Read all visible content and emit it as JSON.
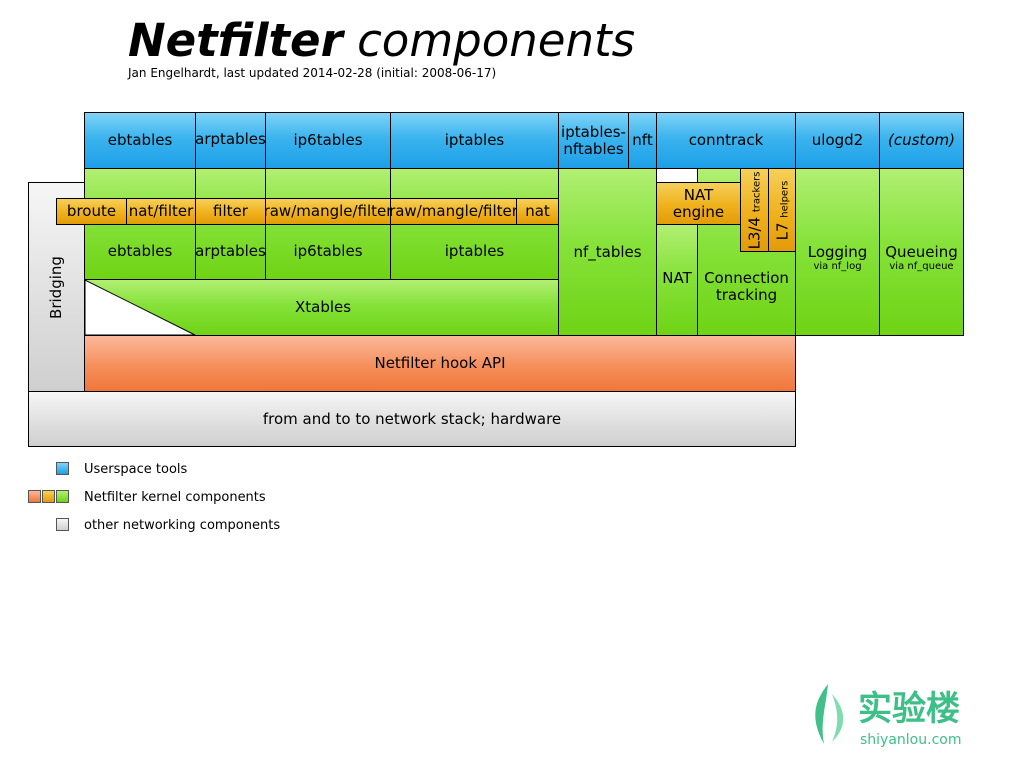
{
  "title": {
    "bold": "Netfilter",
    "rest": " components"
  },
  "subtitle": "Jan Engelhardt, last updated 2014-02-28 (initial: 2008-06-17)",
  "userspace": [
    "ebtables",
    "arptables",
    "ip6tables",
    "iptables",
    "iptables-",
    "nftables",
    "nft",
    "conntrack",
    "ulogd2",
    "(custom)"
  ],
  "tables": [
    "broute",
    "nat/filter",
    "filter",
    "raw/mangle/filter",
    "raw/mangle/filter",
    "nat"
  ],
  "kernel": {
    "ebtables": "ebtables",
    "arptables": "arptables",
    "ip6tables": "ip6tables",
    "iptables": "iptables",
    "xtables": "Xtables",
    "nf_tables": "nf_tables",
    "nat_engine_1": "NAT",
    "nat_engine_2": "engine",
    "nat": "NAT",
    "conn_1": "Connection",
    "conn_2": "tracking",
    "l34_main": "L3/4",
    "l34_sub": "trackers",
    "l7_main": "L7",
    "l7_sub": "helpers",
    "logging": "Logging",
    "logging_sub": "via nf_log",
    "queueing": "Queueing",
    "queueing_sub": "via nf_queue"
  },
  "bridging": "Bridging",
  "hook_api": "Netfilter hook API",
  "stack": "from and to to network stack; hardware",
  "legend": [
    {
      "label": "Userspace tools"
    },
    {
      "label": "Netfilter kernel components"
    },
    {
      "label": "other networking components"
    }
  ],
  "watermark": {
    "brand": "实验楼",
    "url": "shiyanlou.com"
  },
  "colors": {
    "userspace": "#2aa8ec",
    "kernel_green": "#7ddb2a",
    "kernel_orange": "#eeaa14",
    "kernel_salmon": "#f58450",
    "other": "#d6d6d6"
  }
}
